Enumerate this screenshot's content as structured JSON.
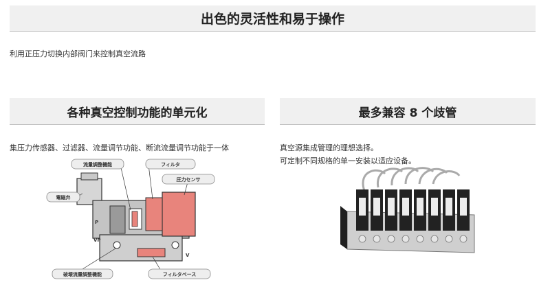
{
  "header": {
    "title": "出色的灵活性和易于操作"
  },
  "intro": {
    "text": "利用正压力切换内部阀门来控制真空流路"
  },
  "left_section": {
    "title": "各种真空控制功能的单元化",
    "description": "集压力传感器、过滤器、流量调节功能、断流流量调节功能于一体",
    "diagram_labels": {
      "flow_adjust": "流量調整機能",
      "filter": "フィルタ",
      "pressure_sensor": "圧力センサ",
      "solenoid_valve": "電磁弁",
      "break_flow_adjust": "破壊流量調整機能",
      "filter_base": "フィルタベース",
      "port_p": "P",
      "port_vp": "VP",
      "port_v": "V"
    }
  },
  "right_section": {
    "title": "最多兼容 8 个歧管",
    "line1": "真空源集成管理的理想选择。",
    "line2": "可定制不同规格的单一安装以适应设备。"
  },
  "colors": {
    "accent": "#e8847c",
    "banner_bg": "#f0f0f0",
    "unit_dark": "#222222",
    "body": "#b9b9b9"
  }
}
